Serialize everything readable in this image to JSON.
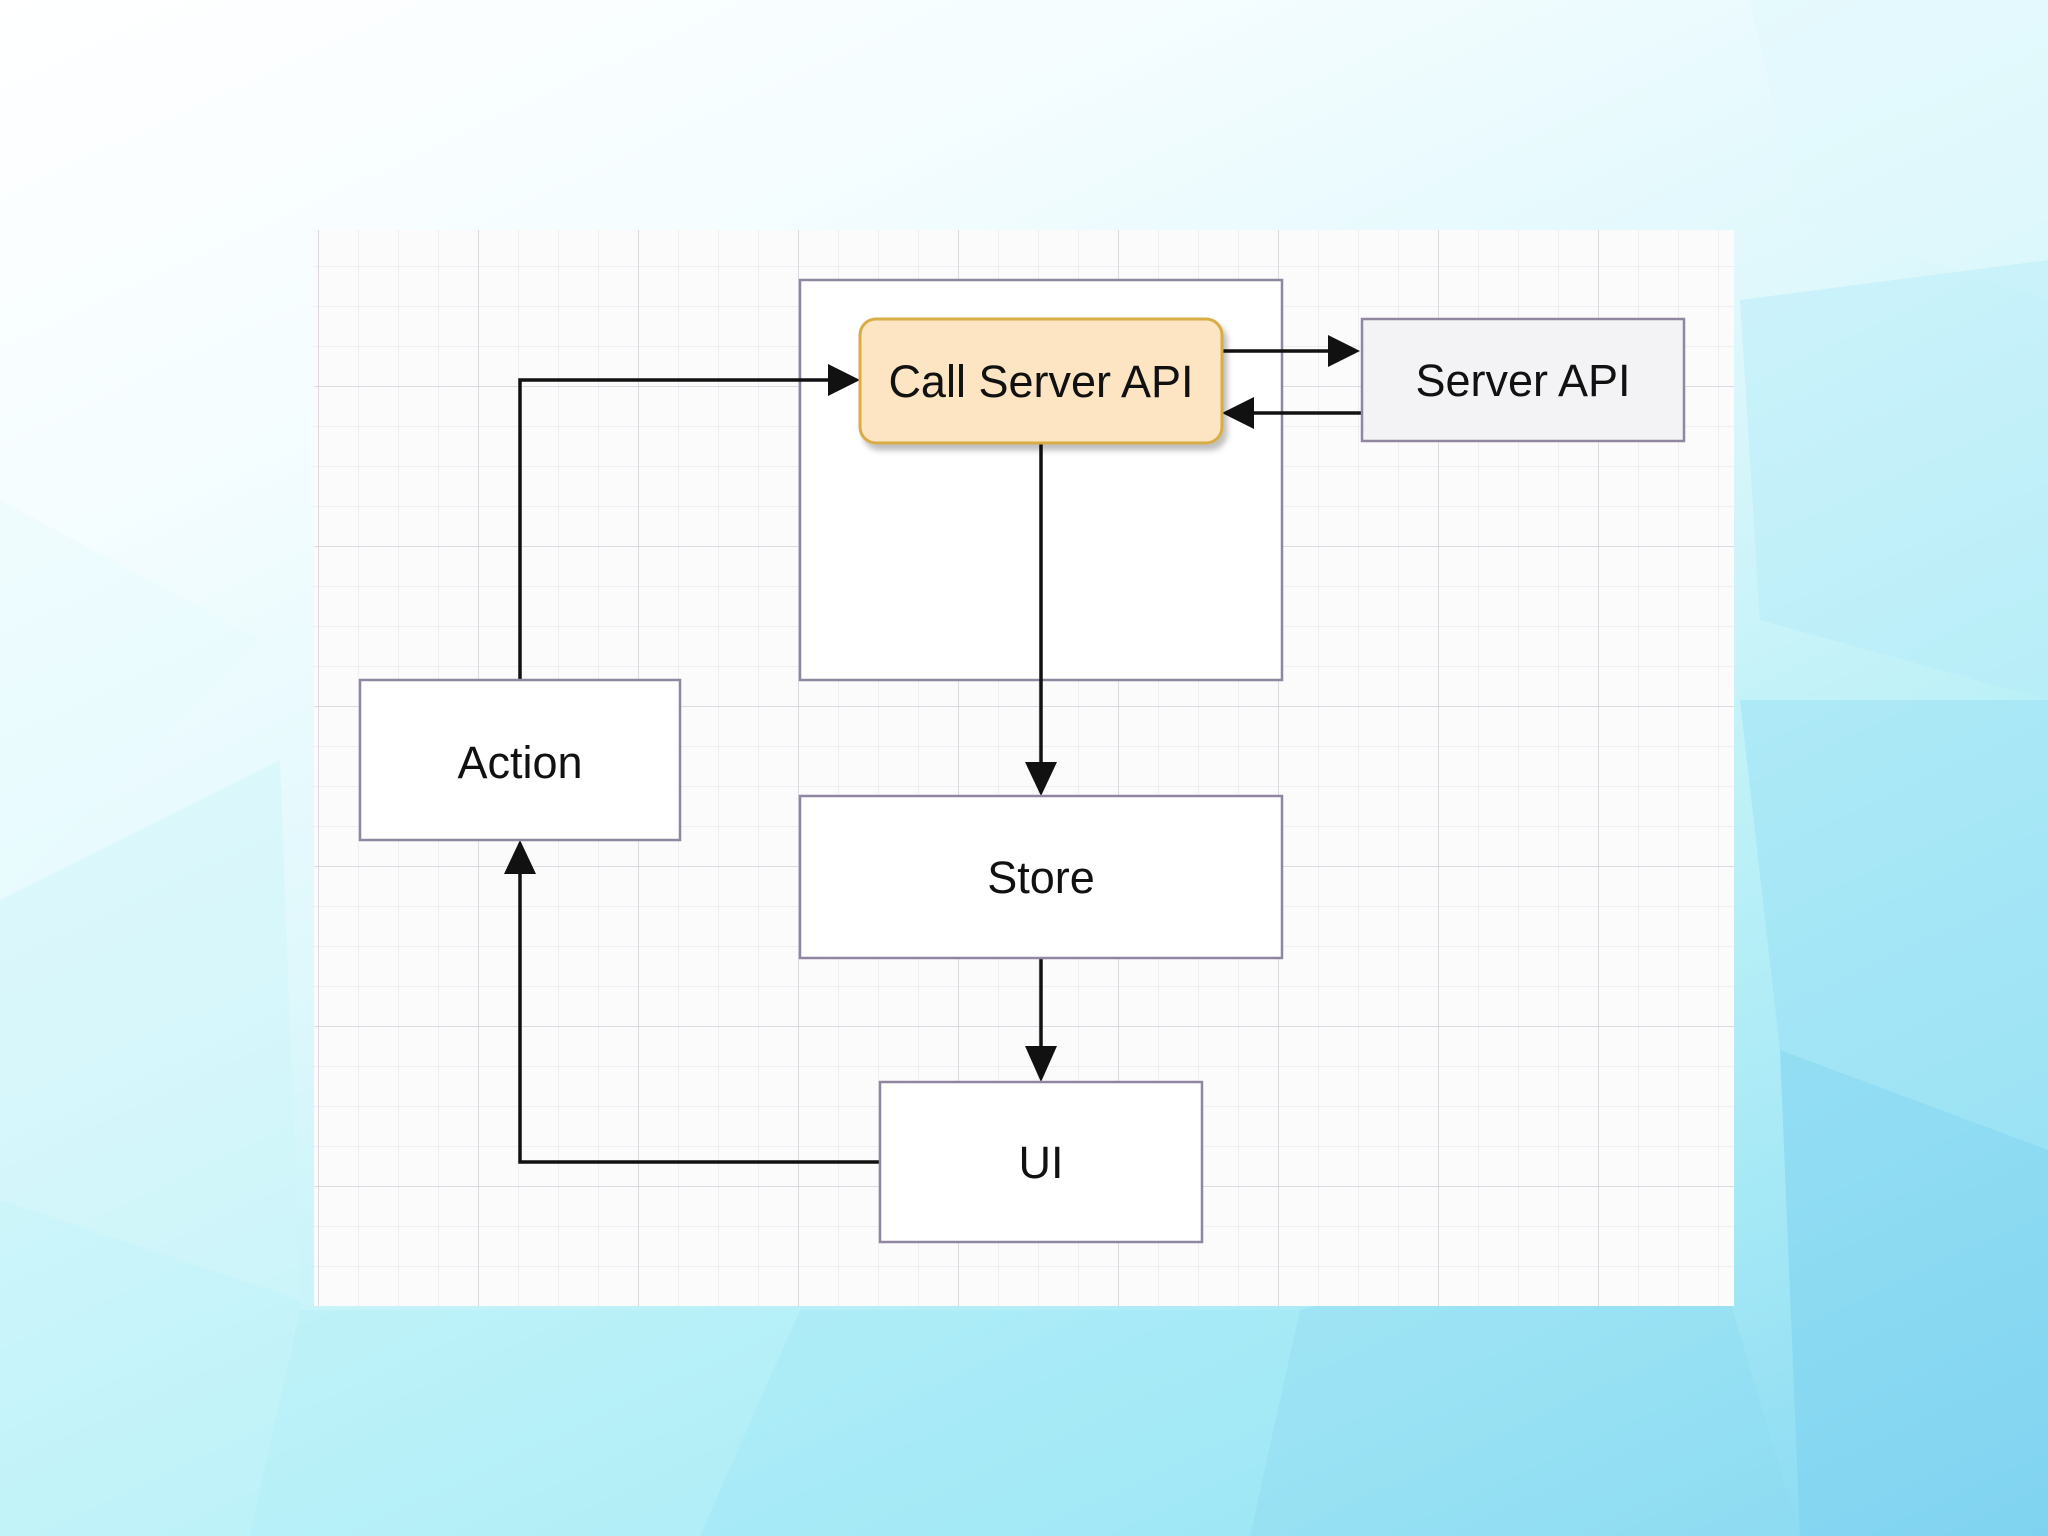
{
  "nodes": {
    "call_server_api": {
      "label": "Call Server API"
    },
    "server_api": {
      "label": "Server API"
    },
    "action": {
      "label": "Action"
    },
    "store": {
      "label": "Store"
    },
    "ui": {
      "label": "UI"
    }
  },
  "edges": [
    {
      "from": "action",
      "to": "call_server_api"
    },
    {
      "from": "call_server_api",
      "to": "server_api"
    },
    {
      "from": "server_api",
      "to": "call_server_api"
    },
    {
      "from": "call_server_api",
      "to": "store"
    },
    {
      "from": "store",
      "to": "ui"
    },
    {
      "from": "ui",
      "to": "action"
    }
  ],
  "colors": {
    "highlight_fill": "#fde4c3",
    "highlight_border": "#d8ad45",
    "node_border": "#8f86a0",
    "line": "#111111"
  }
}
